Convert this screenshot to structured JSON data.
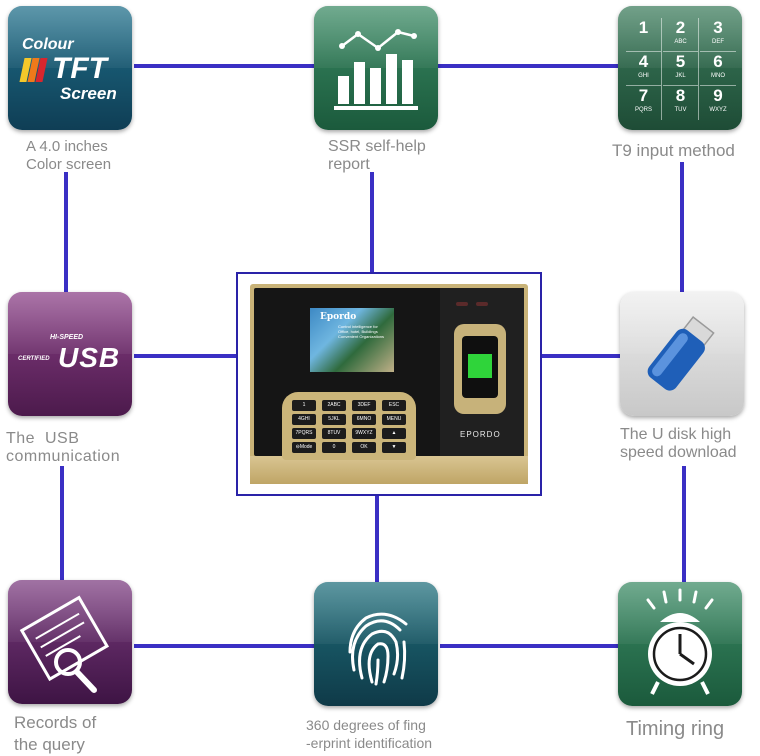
{
  "features": {
    "screen": {
      "caption": "A 4.0 inches\nColor screen",
      "icon_line1": "Colour",
      "icon_line2": "TFT",
      "icon_line3": "Screen"
    },
    "ssr": {
      "caption": "SSR self-help\nreport"
    },
    "t9": {
      "caption": "T9 input method",
      "keys": [
        [
          "1",
          ""
        ],
        [
          "2",
          "ABC"
        ],
        [
          "3",
          "DEF"
        ],
        [
          "4",
          "GHI"
        ],
        [
          "5",
          "JKL"
        ],
        [
          "6",
          "MNO"
        ],
        [
          "7",
          "PQRS"
        ],
        [
          "8",
          "TUV"
        ],
        [
          "9",
          "WXYZ"
        ]
      ]
    },
    "usb": {
      "caption": "The  USB\ncommunication",
      "icon_top": "HI-SPEED",
      "icon_left": "CERTIFIED",
      "icon_main": "USB"
    },
    "udisk": {
      "caption": "The U disk high\nspeed download"
    },
    "records": {
      "caption": "Records of\nthe query"
    },
    "fingerprint": {
      "caption": "360 degrees of fing\n-erprint identification"
    },
    "timing": {
      "caption": "Timing ring"
    }
  },
  "device": {
    "brand_screen": "Epordo",
    "screen_text": "Control intelligence for\nOffice, hotel, Buildings\nConvenient Organizations",
    "brand_panel": "EPORDO",
    "keys": [
      "1",
      "2ABC",
      "3DEF",
      "ESC",
      "4GHI",
      "5JKL",
      "6MNO",
      "MENU",
      "7PQRS",
      "8TUV",
      "9WXYZ",
      "▲",
      "⊖Mode",
      "0",
      "OK",
      "▼"
    ]
  },
  "colors": {
    "connector": "#3a2fc4",
    "caption": "#8a8a8a"
  }
}
